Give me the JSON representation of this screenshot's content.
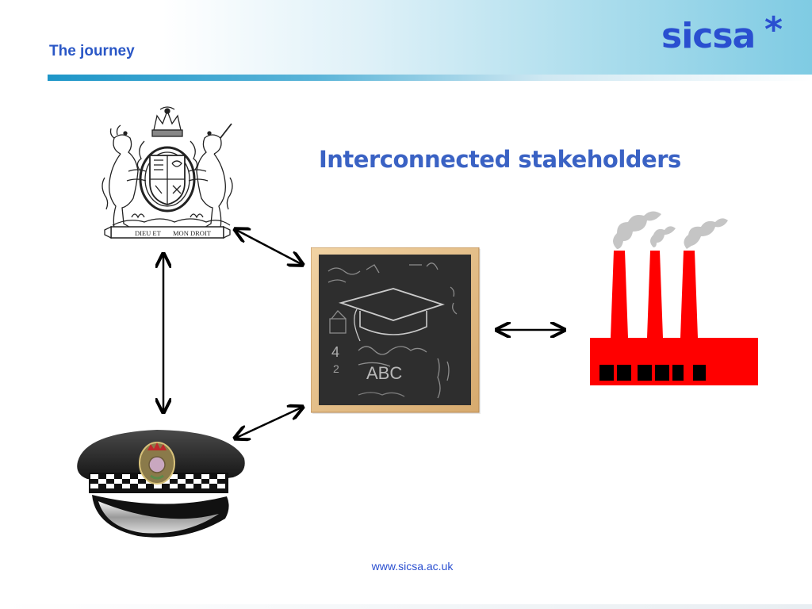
{
  "header": {
    "title": "The journey",
    "logo": "sicsa",
    "logo_mark": "*"
  },
  "main": {
    "heading": "Interconnected stakeholders",
    "stakeholders": [
      {
        "name": "royal-coat-of-arms",
        "motto_left": "DIEU ET",
        "motto_right": "MON DROIT"
      },
      {
        "name": "chalkboard-graduation",
        "chalk": [
          "ABC",
          "4",
          "2"
        ]
      },
      {
        "name": "factory"
      },
      {
        "name": "police-cap"
      }
    ]
  },
  "footer": {
    "url": "www.sicsa.ac.uk"
  },
  "colors": {
    "title_blue": "#2a57c6",
    "logo_blue": "#2a4fd0",
    "factory_red": "#ff0000",
    "header_cyan": "#7fcbe3"
  }
}
